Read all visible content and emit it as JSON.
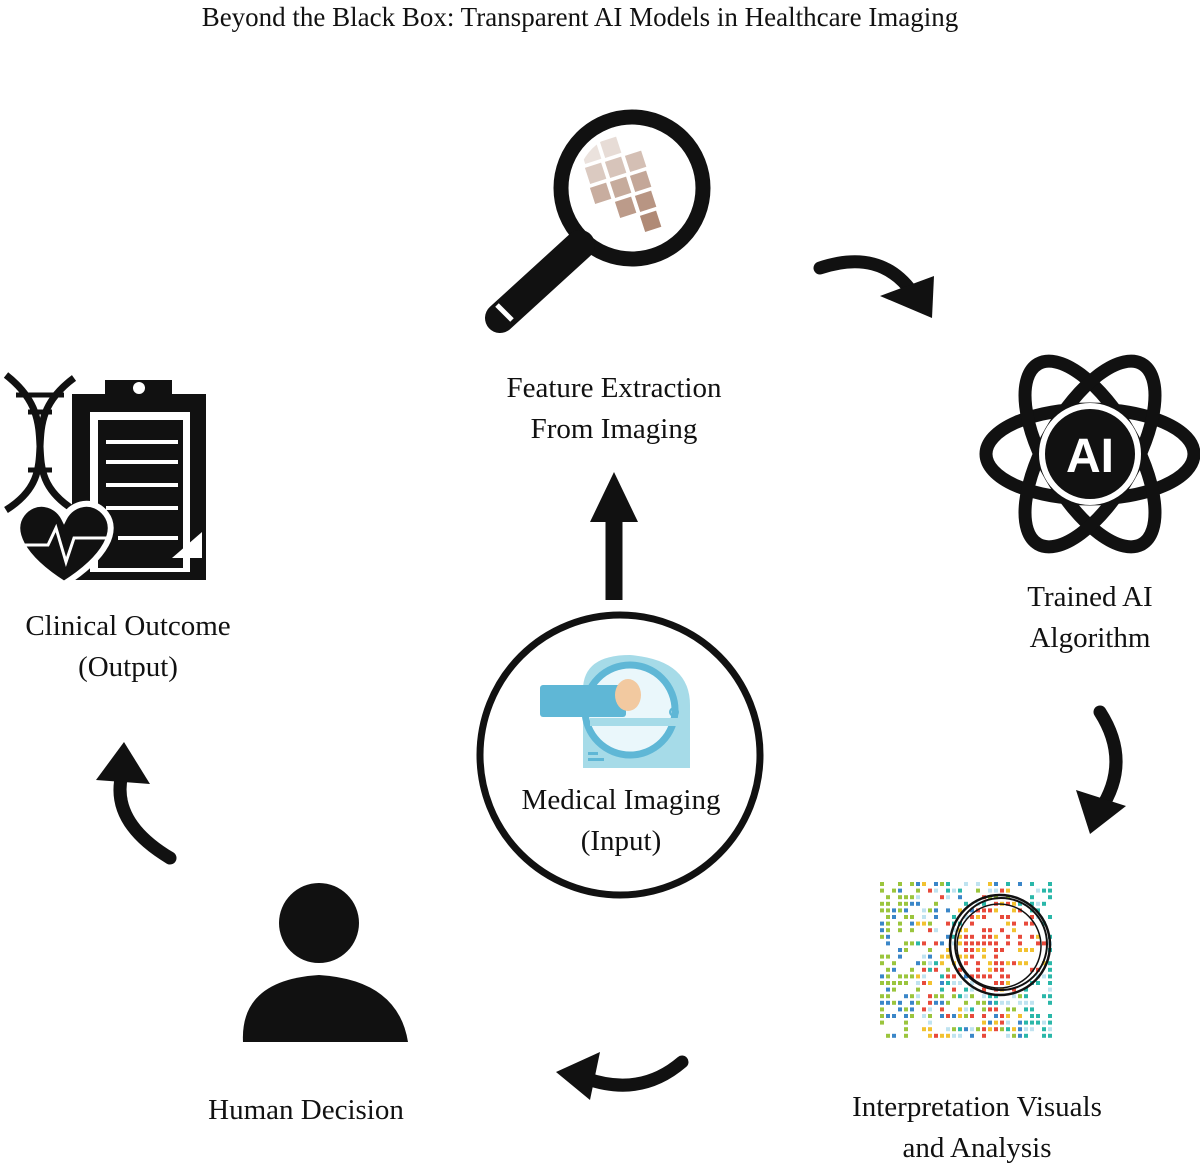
{
  "title": "Beyond the Black Box: Transparent AI Models in Healthcare Imaging",
  "nodes": {
    "feature": {
      "line1": "Feature Extraction",
      "line2": "From Imaging",
      "icon": "magnifier-icon"
    },
    "ai": {
      "line1": "Trained AI",
      "line2": "Algorithm",
      "icon": "ai-atom-icon",
      "badge": "AI"
    },
    "visuals": {
      "line1": "Interpretation Visuals",
      "line2": "and Analysis",
      "icon": "heatmap-icon"
    },
    "human": {
      "line1": "Human Decision",
      "icon": "person-icon"
    },
    "outcome": {
      "line1": "Clinical Outcome",
      "line2": "(Output)",
      "icon": "clipboard-dna-icon"
    },
    "input": {
      "line1": "Medical Imaging",
      "line2": "(Input)",
      "icon": "mri-scanner-icon"
    }
  },
  "colors": {
    "ink": "#111111",
    "scanner": "#a6dbe8",
    "scanner_dark": "#5fb7d6",
    "skin": "#f2c9a0",
    "tile": "#b08a76"
  }
}
